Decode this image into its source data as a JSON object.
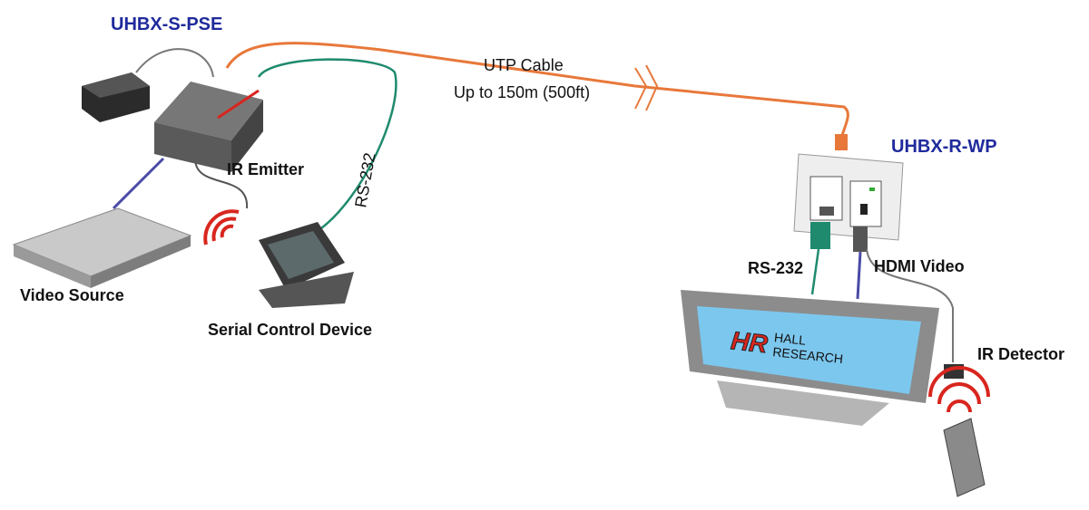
{
  "devices": {
    "sender": "UHBX-S-PSE",
    "receiver": "UHBX-R-WP"
  },
  "cable": {
    "line1": "UTP Cable",
    "line2": "Up to 150m (500ft)"
  },
  "labels": {
    "ir_emitter": "IR Emitter",
    "rs232_left": "RS-232",
    "video_source": "Video Source",
    "serial_control": "Serial Control Device",
    "rs232_right": "RS-232",
    "hdmi_video": "HDMI Video",
    "ir_detector": "IR Detector"
  },
  "logo": {
    "mark": "HR",
    "line1": "HALL",
    "line2": "RESEARCH"
  },
  "colors": {
    "utp": "#e8783a",
    "rs232": "#1f8a6e",
    "hdmi": "#4a4aa8",
    "ir": "#d8261e",
    "title": "#1f2a9c"
  }
}
